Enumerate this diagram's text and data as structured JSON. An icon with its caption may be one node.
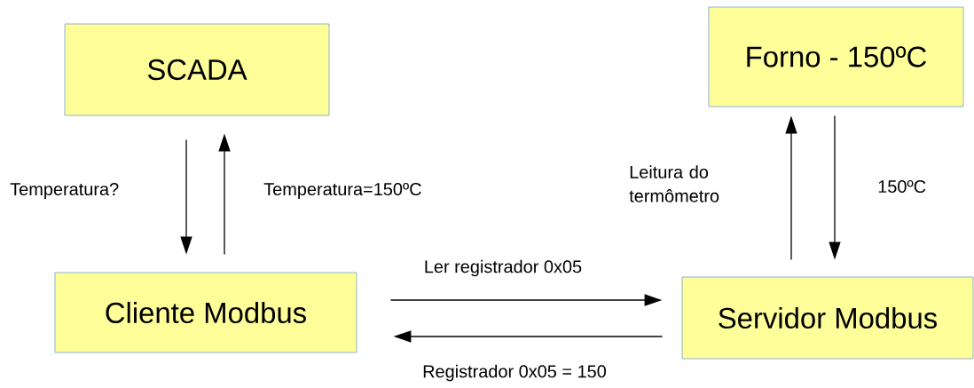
{
  "diagram": {
    "nodes": [
      {
        "text": [
          "SCADA"
        ]
      },
      {
        "text": [
          "Forno - 150ºC"
        ]
      },
      {
        "text": [
          "Cliente Modbus"
        ]
      },
      {
        "text": [
          "Servidor Modbus"
        ]
      }
    ],
    "edges": [
      {
        "from": 0,
        "to": 2,
        "arrow": "to",
        "label": "Temperatura?"
      },
      {
        "from": 2,
        "to": 0,
        "arrow": "to",
        "label": "Temperatura=150ºC"
      },
      {
        "from": 2,
        "to": 3,
        "arrow": "to",
        "label": "Ler registrador 0x05"
      },
      {
        "from": 3,
        "to": 2,
        "arrow": "to",
        "label": "Registrador 0x05 = 150"
      },
      {
        "from": 3,
        "to": 1,
        "arrow": "to",
        "label": "Leitura do termômetro"
      },
      {
        "from": 1,
        "to": 3,
        "arrow": "to",
        "label": "150ºC"
      }
    ]
  }
}
